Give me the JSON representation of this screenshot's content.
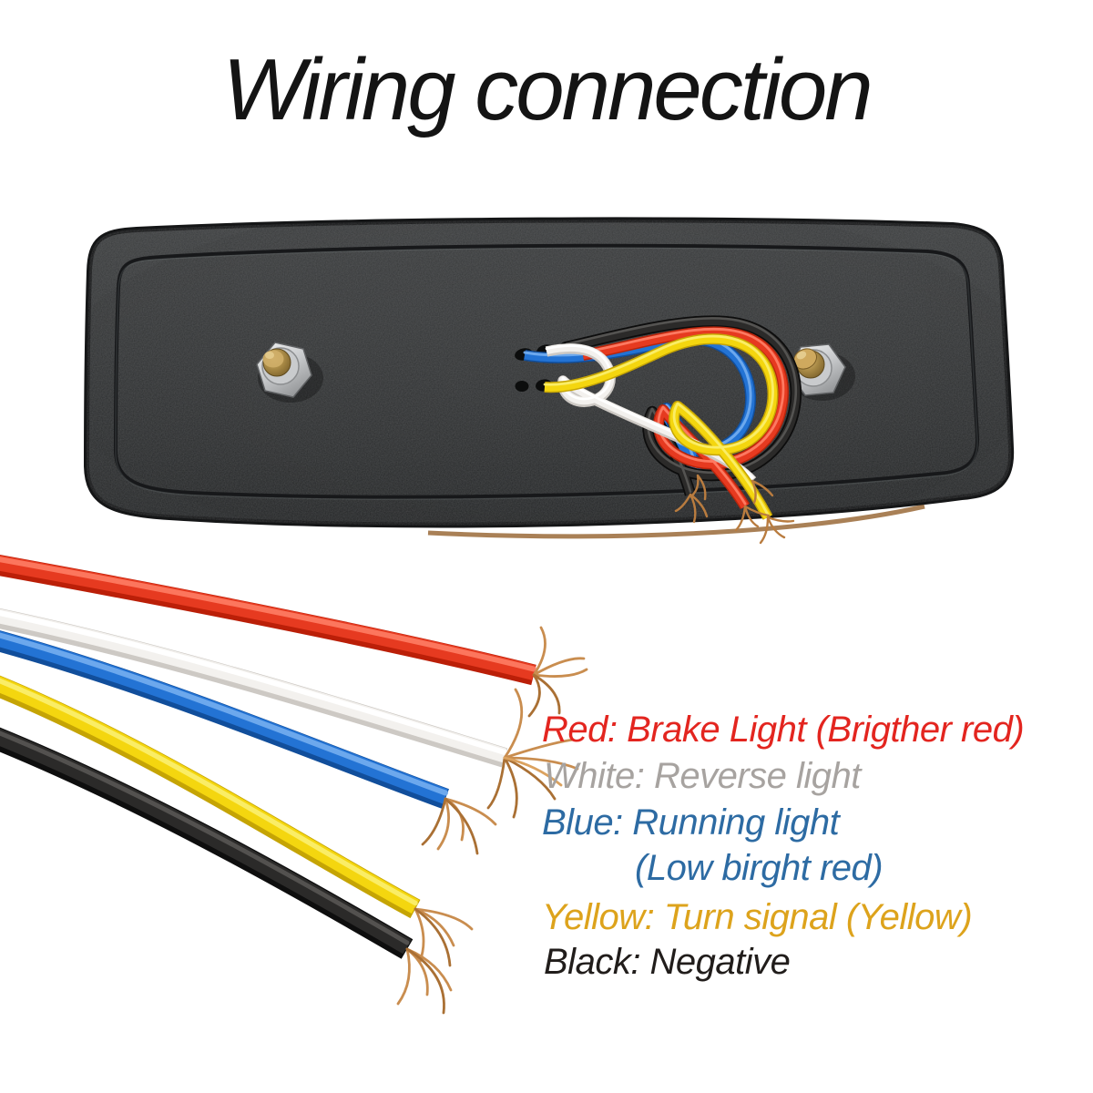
{
  "title": "Wiring connection",
  "legend": {
    "items": [
      {
        "id": "red",
        "label": "Red: Brake Light (Brigther red)",
        "color": "#e3251f"
      },
      {
        "id": "white",
        "label": "White: Reverse light",
        "color": "#a7a3a0"
      },
      {
        "id": "blue",
        "label": "Blue: Running light",
        "color": "#2d6ba3"
      },
      {
        "id": "blue-note",
        "label": "(Low birght red)",
        "color": "#2d6ba3"
      },
      {
        "id": "yellow",
        "label": "Yellow: Turn signal (Yellow)",
        "color": "#dda31c"
      },
      {
        "id": "black",
        "label": "Black: Negative",
        "color": "#211d1b"
      }
    ]
  },
  "graphic": {
    "housing_color": "#2f3132",
    "copper_color": "#c08144",
    "wire_colors": {
      "red": "#e63a20",
      "white": "#f3f1ee",
      "blue": "#2373d4",
      "yellow": "#f4d60f",
      "black": "#2b2a29"
    }
  }
}
